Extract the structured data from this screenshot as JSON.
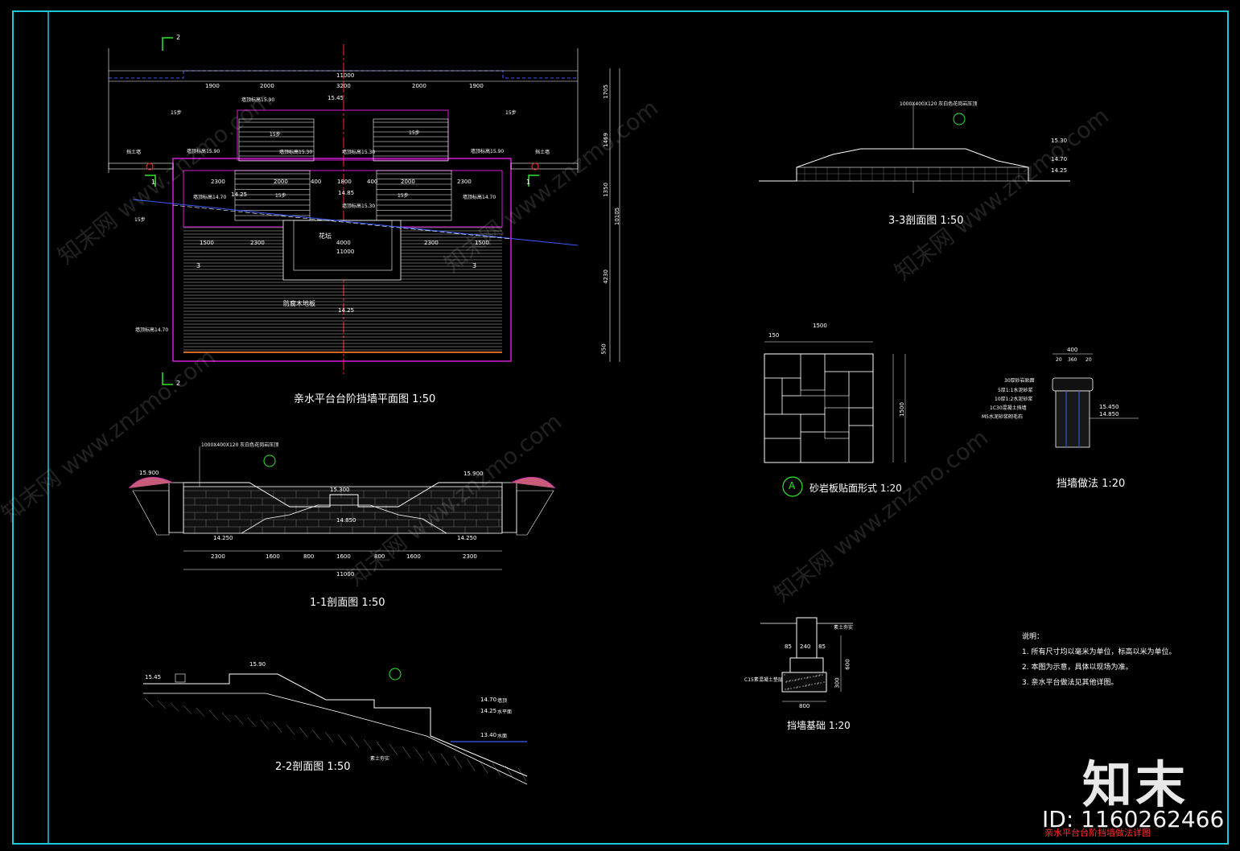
{
  "drawing": {
    "captions": {
      "plan": "亲水平台台阶挡墙平面图 1:50",
      "sec11": "1-1剖面图 1:50",
      "sec22": "2-2剖面图 1:50",
      "sec33": "3-3剖面图 1:50",
      "detailA": "砂岩板贴面形式 1:20",
      "wall": "挡墙做法 1:20",
      "foundation": "挡墙基础 1:20"
    },
    "detailA_marker": "A",
    "plan": {
      "dims_top": [
        "1900",
        "2000",
        "3200",
        "2000",
        "1900"
      ],
      "total_top": "11000",
      "dims_mid": [
        "2300",
        "2000",
        "400",
        "1800",
        "400",
        "2000",
        "2300"
      ],
      "dims_low": [
        "1500",
        "2300",
        "4000",
        "2300",
        "1500"
      ],
      "total_mid": "11000",
      "elev_top": "15.45",
      "elev_mid": "14.25",
      "elev_step": "14.85",
      "elev_bottom": "14.25",
      "deck_label": "防腐木地板",
      "platform_label": "花坛",
      "right_dims": [
        "1705",
        "1469",
        "1350",
        "4230",
        "550"
      ],
      "right_total": "10105",
      "section_marks": [
        "2",
        "1",
        "3"
      ],
      "leader_labels": [
        "墙顶标高15.90",
        "墙顶标高15.30",
        "墙顶标高15.30",
        "墙顶标高15.90",
        "墙顶标高14.70",
        "墙顶标高14.70",
        "墙顶标高15.30",
        "墙顶标高15.90",
        "墙顶标高14.70",
        "15步",
        "15步",
        "15步",
        "15步",
        "15步",
        "15步",
        "15步",
        "挡土墙",
        "挡土墙"
      ]
    },
    "sec11": {
      "dims": [
        "2300",
        "1600",
        "800",
        "1600",
        "800",
        "1600",
        "2300"
      ],
      "total": "11000",
      "elevs": [
        "15.900",
        "15.900",
        "15.300",
        "14.850",
        "14.250",
        "14.250"
      ],
      "note": "1000X400X120 灰白色花岗岩压顶"
    },
    "sec22": {
      "elevs": [
        "15.45",
        "15.90",
        "14.70",
        "14.25",
        "13.40"
      ],
      "labels": [
        "墙顶",
        "水平面",
        "水面",
        "素土夯实"
      ]
    },
    "sec33": {
      "elevs": [
        "15.30",
        "14.70",
        "14.25"
      ],
      "note": "1000X400X120 灰白色花岗岩压顶"
    },
    "detailA": {
      "width": "1500",
      "col": "150",
      "height": "1500"
    },
    "wall": {
      "dims_top": [
        "400",
        "20",
        "360",
        "20"
      ],
      "elevs": [
        "15.450",
        "14.850"
      ],
      "notes": [
        "30厚砂岩贴面",
        "5厚1:1水泥砂浆",
        "10厚1:2水泥砂浆",
        "1C30混凝土挡墙",
        "M5水泥砂浆砌毛石"
      ]
    },
    "foundation": {
      "dims": [
        "85",
        "240",
        "85",
        "600",
        "300",
        "800"
      ],
      "labels": [
        "C15素混凝土垫层",
        "素土夯实"
      ]
    },
    "notes_title": "说明：",
    "notes": [
      "1. 所有尺寸均以毫米为单位，标高以米为单位。",
      "2. 本图为示意，具体以现场为准。",
      "3. 亲水平台做法见其他详图。"
    ],
    "sheet_title": "亲水平台台阶挡墙做法详图",
    "brand": "知末",
    "id_label": "ID: 1160262466",
    "watermark": "知末网 www.znzmo.com"
  },
  "colors": {
    "frame": "#1ec8d8",
    "dim": "#ffffff",
    "magenta": "#d21ed2",
    "green": "#2ee82e",
    "red": "#ff2a2a",
    "yellow": "#e8e82e",
    "blue": "#3a5cff"
  }
}
